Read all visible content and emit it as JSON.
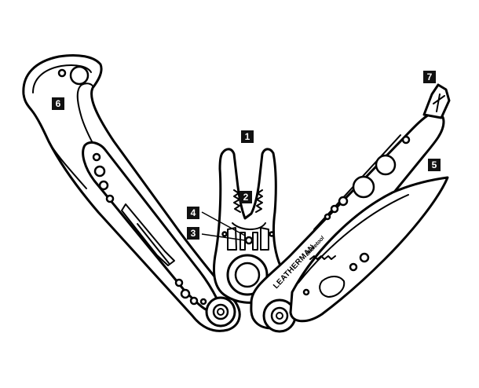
{
  "callouts": [
    {
      "id": "1",
      "label": "1"
    },
    {
      "id": "2",
      "label": "2"
    },
    {
      "id": "3",
      "label": "3"
    },
    {
      "id": "4",
      "label": "4"
    },
    {
      "id": "5",
      "label": "5"
    },
    {
      "id": "6",
      "label": "6"
    },
    {
      "id": "7",
      "label": "7"
    }
  ],
  "brand": {
    "name": "LEATHERMAN",
    "model": "Skeletool"
  },
  "colors": {
    "line": "#000000",
    "badge": "#111111",
    "background": "#ffffff"
  }
}
